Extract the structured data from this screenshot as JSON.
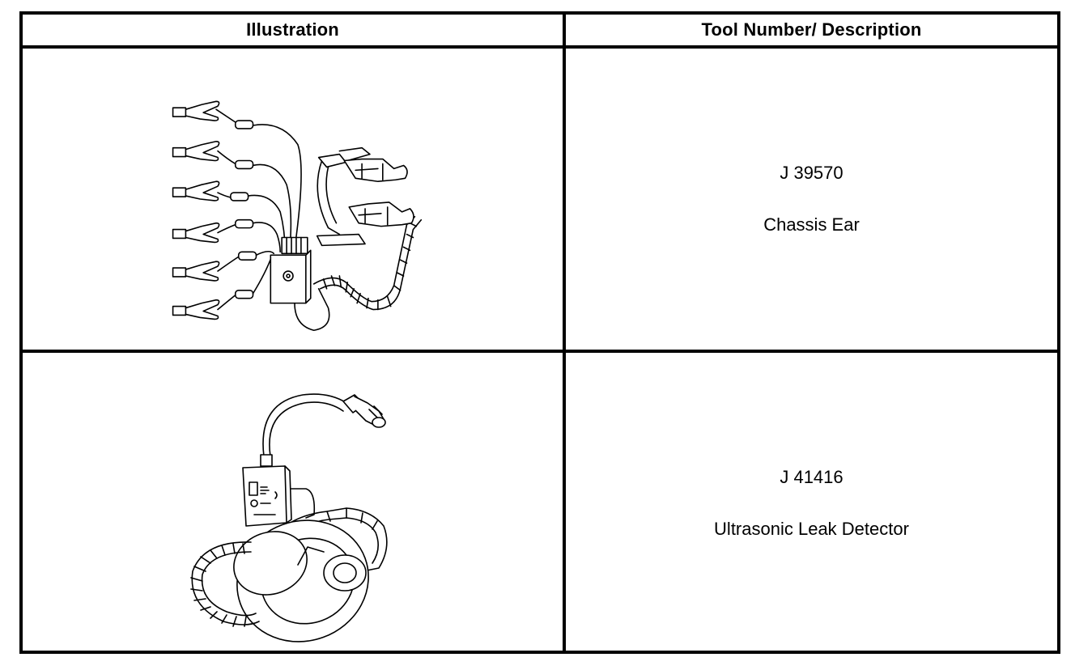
{
  "table": {
    "headers": {
      "illustration": "Illustration",
      "tool_description": "Tool Number/ Description"
    },
    "rows": [
      {
        "tool_number": "J 39570",
        "description": "Chassis Ear",
        "illustration_icon": "chassis-ear-clamps-illustration"
      },
      {
        "tool_number": "J 41416",
        "description": "Ultrasonic Leak Detector",
        "illustration_icon": "ultrasonic-headphones-illustration"
      }
    ]
  }
}
